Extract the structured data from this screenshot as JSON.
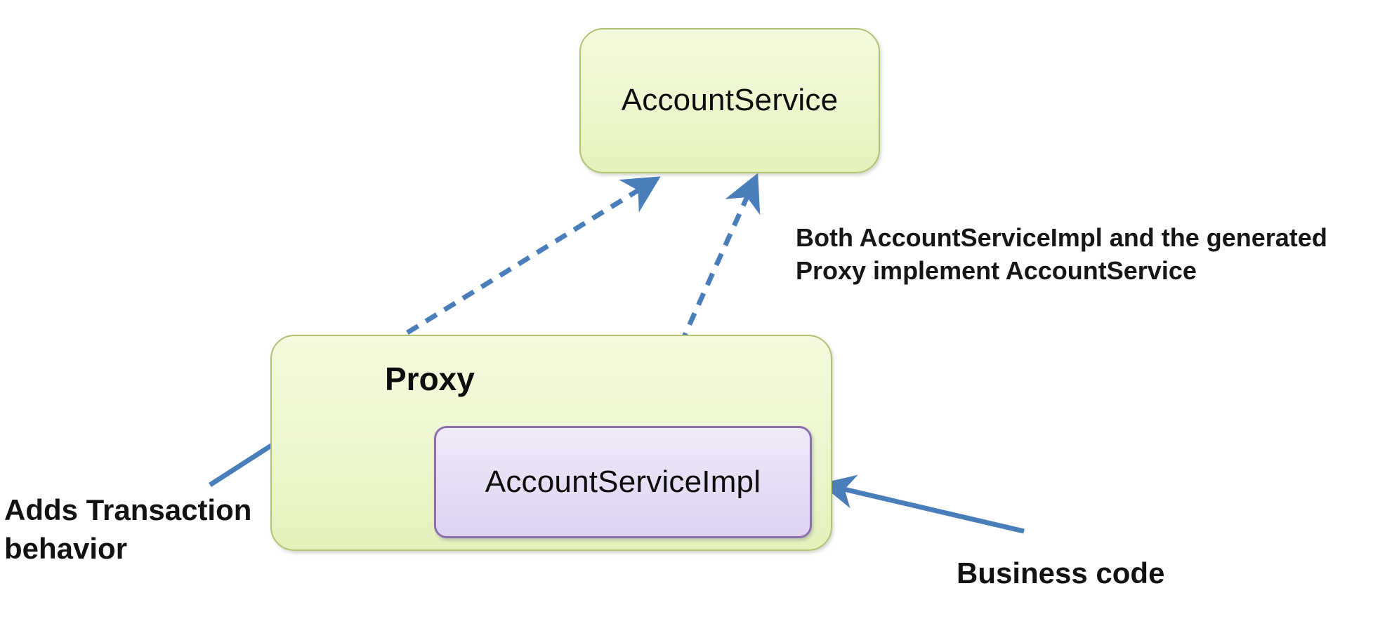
{
  "diagram": {
    "title": "Proxy pattern diagram",
    "background_color": "#ffffff",
    "nodes": {
      "account_service": {
        "label": "AccountService",
        "shape": "rounded-rectangle",
        "fill": "#eef7d2",
        "stroke": "#b0c373"
      },
      "proxy": {
        "label": "Proxy",
        "shape": "rounded-rectangle",
        "fill": "#eef7d2",
        "stroke": "#b0c373"
      },
      "account_service_impl": {
        "label": "AccountServiceImpl",
        "shape": "rounded-rectangle",
        "fill": "#e6dff5",
        "stroke": "#8b6fae"
      }
    },
    "notes": {
      "both_implement": "Both AccountServiceImpl and the generated\nProxy implement AccountService",
      "adds_transaction": "Adds Transaction\nbehavior",
      "business_code": "Business code"
    },
    "connectors": [
      {
        "name": "proxy-implements-accountservice",
        "from": "proxy",
        "to": "account_service",
        "style": "dashed",
        "arrowhead": "open-triangle",
        "color": "#4a7ebb"
      },
      {
        "name": "impl-implements-accountservice",
        "from": "account_service_impl",
        "to": "account_service",
        "style": "dashed",
        "arrowhead": "open-triangle",
        "color": "#4a7ebb"
      },
      {
        "name": "adds-transaction-pointer",
        "from": "adds_transaction_note",
        "to": "proxy",
        "style": "solid",
        "arrowhead": "triangle",
        "color": "#4a7ebb"
      },
      {
        "name": "business-code-pointer",
        "from": "business_code_note",
        "to": "account_service_impl",
        "style": "solid",
        "arrowhead": "triangle",
        "color": "#4a7ebb"
      }
    ],
    "colors": {
      "connector_blue": "#4a7ebb",
      "green_fill": "#eef7d2",
      "green_stroke": "#b0c373",
      "purple_fill": "#e6dff5",
      "purple_stroke": "#8b6fae",
      "text": "#121212"
    }
  }
}
